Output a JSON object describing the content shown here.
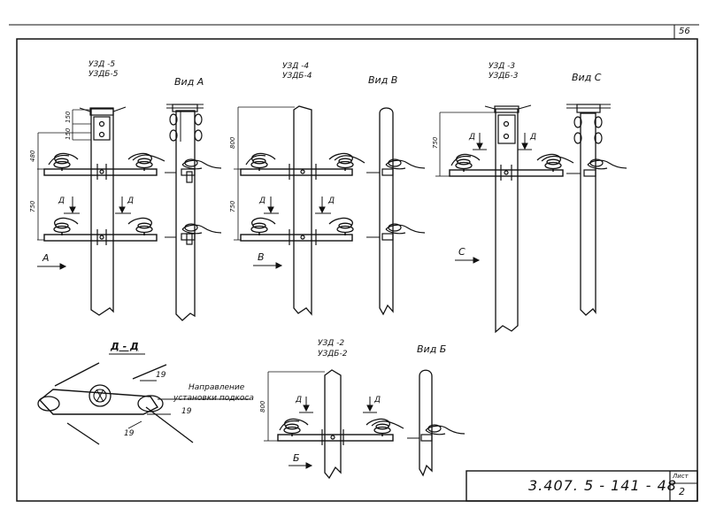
{
  "sheet_number_top": "56",
  "groups": {
    "g5": {
      "code1": "УЗД -5",
      "code2": "УЗДБ-5",
      "view": "Вид А",
      "dims": [
        "150",
        "150",
        "480",
        "750"
      ],
      "section_marks": [
        "Д",
        "Д"
      ],
      "view_arrow": "А"
    },
    "g4": {
      "code1": "УЗД -4",
      "code2": "УЗДБ-4",
      "view": "Вид В",
      "dims": [
        "800",
        "750"
      ],
      "section_marks": [
        "Д",
        "Д"
      ],
      "view_arrow": "В"
    },
    "g3": {
      "code1": "УЗД -3",
      "code2": "УЗДБ-3",
      "view": "Вид С",
      "dims": [
        "750"
      ],
      "section_marks": [
        "Д",
        "Д"
      ],
      "view_arrow": "С"
    },
    "g2": {
      "code1": "УЗД -2",
      "code2": "УЗДБ-2",
      "view": "Вид Б",
      "dims": [
        "800"
      ],
      "section_marks": [
        "Д",
        "Д"
      ],
      "view_arrow": "Б"
    }
  },
  "section": {
    "title": "Д - Д",
    "callouts": [
      "19",
      "19",
      "19"
    ],
    "note_line1": "Направление",
    "note_line2": "установки подкоса"
  },
  "title_block": {
    "doc_number": "3.407. 5 - 141 - 48",
    "sheet_label": "Лист",
    "sheet_number": "2"
  }
}
